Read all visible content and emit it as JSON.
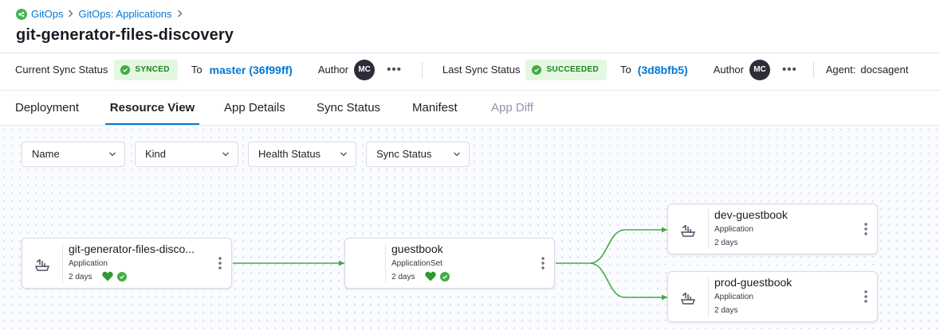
{
  "breadcrumb": {
    "items": [
      "GitOps",
      "GitOps: Applications"
    ]
  },
  "page": {
    "title": "git-generator-files-discovery"
  },
  "status_bar": {
    "current_sync_label": "Current Sync Status",
    "current_sync_badge": "SYNCED",
    "current_to_label": "To",
    "current_commit": "master (36f99ff)",
    "current_author_label": "Author",
    "current_author_initials": "MC",
    "more_label": "•••",
    "last_sync_label": "Last Sync Status",
    "last_sync_badge": "SUCCEEDED",
    "last_to_label": "To",
    "last_commit": "(3d8bfb5)",
    "last_author_label": "Author",
    "last_author_initials": "MC",
    "agent_label": "Agent:",
    "agent_value": "docsagent"
  },
  "tabs": [
    {
      "label": "Deployment",
      "state": "default"
    },
    {
      "label": "Resource View",
      "state": "active"
    },
    {
      "label": "App Details",
      "state": "default"
    },
    {
      "label": "Sync Status",
      "state": "default"
    },
    {
      "label": "Manifest",
      "state": "default"
    },
    {
      "label": "App Diff",
      "state": "disabled"
    }
  ],
  "filters": [
    {
      "label": "Name"
    },
    {
      "label": "Kind"
    },
    {
      "label": "Health Status"
    },
    {
      "label": "Sync Status"
    }
  ],
  "nodes": [
    {
      "name": "git-generator-files-disco...",
      "kind": "Application",
      "age": "2 days",
      "icon": "application-icon",
      "health": "healthy",
      "sync": "synced"
    },
    {
      "name": "guestbook",
      "kind": "ApplicationSet",
      "age": "2 days",
      "icon": "",
      "health": "healthy",
      "sync": "synced"
    },
    {
      "name": "dev-guestbook",
      "kind": "Application",
      "age": "2 days",
      "icon": "application-icon"
    },
    {
      "name": "prod-guestbook",
      "kind": "Application",
      "age": "2 days",
      "icon": "application-icon"
    }
  ],
  "colors": {
    "accent": "#0278d5",
    "success_green": "#42ab45",
    "edge_green": "#42ab45",
    "badge_bg": "#e4f7e1"
  }
}
